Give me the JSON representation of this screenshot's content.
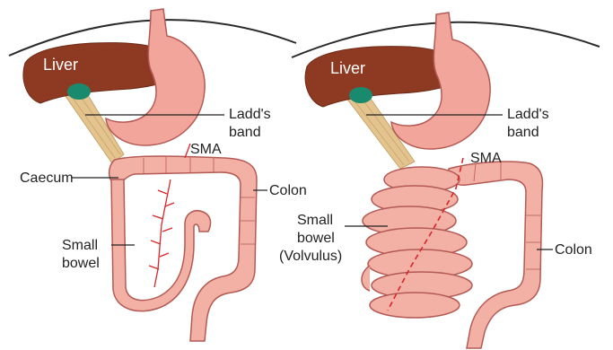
{
  "panels": {
    "normal": {
      "liver": "Liver",
      "ladds_band": [
        "Ladd's",
        "band"
      ],
      "sma": "SMA",
      "caecum": "Caecum",
      "colon": "Colon",
      "small_bowel": [
        "Small",
        "bowel"
      ]
    },
    "volvulus": {
      "liver": "Liver",
      "ladds_band": [
        "Ladd's",
        "band"
      ],
      "sma": "SMA",
      "colon": "Colon",
      "small_bowel": [
        "Small",
        "bowel",
        "(Volvulus)"
      ]
    }
  },
  "colors": {
    "liver": "#8e3a22",
    "stomach": "#f2a59a",
    "bowel": "#f3b0a5",
    "outline": "#b45a55",
    "band": "#e3c38e",
    "gallbladder": "#1a8a6e",
    "vessel": "#d8262b"
  }
}
